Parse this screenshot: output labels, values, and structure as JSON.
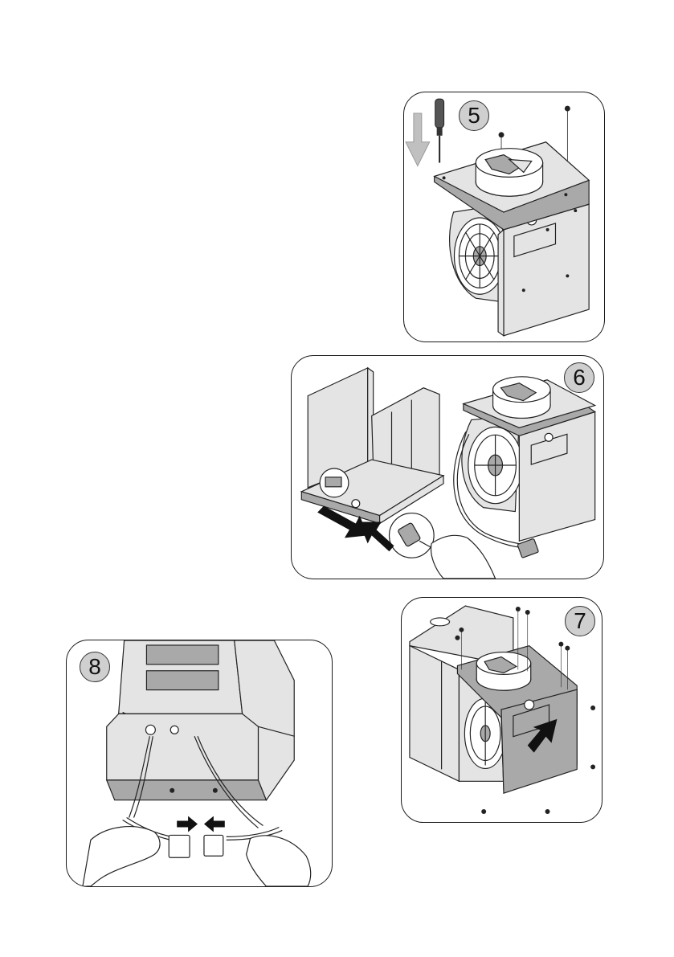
{
  "steps": [
    {
      "label": "5"
    },
    {
      "label": "6"
    },
    {
      "label": "7"
    },
    {
      "label": "8"
    }
  ],
  "colors": {
    "badge_fill": "#cfcfcf",
    "panel_border": "#1a1a1a",
    "part_light": "#e4e4e4",
    "part_dark": "#a9a9a9",
    "arrow_gray": "#c0c0c0",
    "arrow_black": "#111111"
  }
}
